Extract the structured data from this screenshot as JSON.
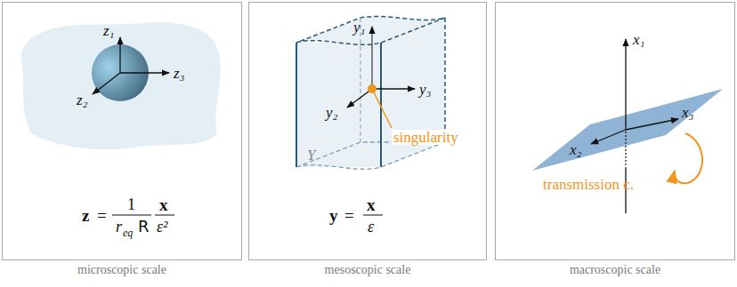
{
  "diagram": {
    "nodes": [
      {
        "text": [
          "microscopic scale"
        ]
      },
      {
        "text": [
          "mesoscopic scale"
        ]
      },
      {
        "text": [
          "macroscopic scale"
        ]
      }
    ],
    "labels": [
      "z₁",
      "z₂",
      "z₃",
      "z",
      "=",
      "1",
      "r",
      "eq",
      "R",
      "x",
      "ε²",
      "y₁",
      "y₂",
      "y₃",
      "singularity",
      "Y",
      "y",
      "=",
      "x",
      "ε",
      "x₁",
      "x₂",
      "x₃",
      "transmission c."
    ]
  }
}
